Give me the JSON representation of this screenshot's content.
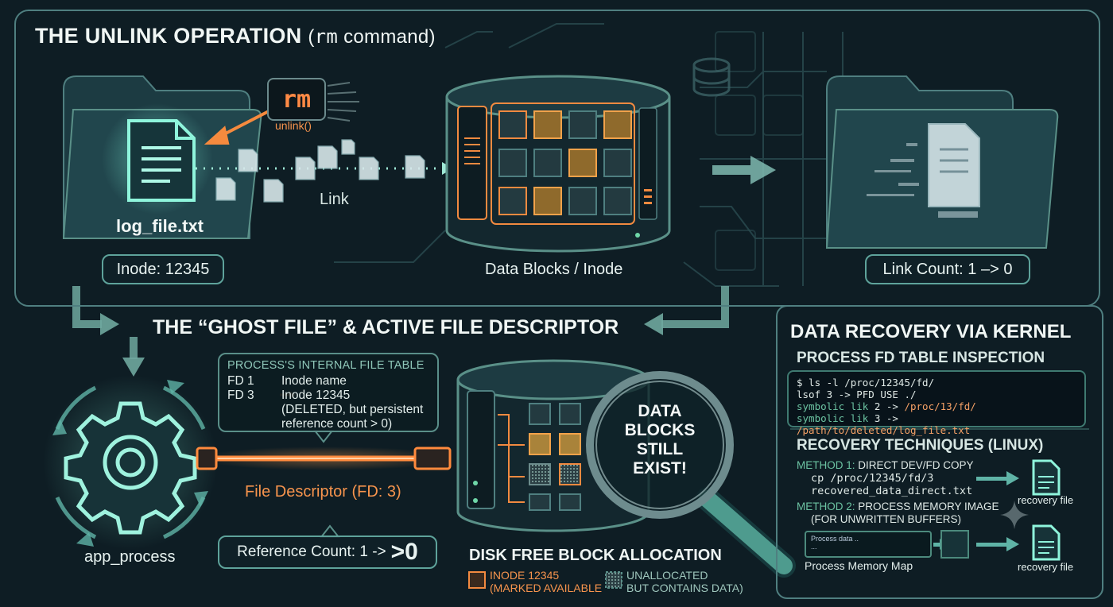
{
  "title": {
    "main": "THE UNLINK OPERATION",
    "cmd_open": "(",
    "cmd_mono": "rm",
    "cmd_text": " command)"
  },
  "top": {
    "file_name": "log_file.txt",
    "inode_label": "Inode: 12345",
    "rm_label": "rm",
    "unlink_label": "unlink()",
    "link_label": "Link",
    "data_blocks_label": "Data Blocks / Inode",
    "link_count_label": "Link Count: 1 –> 0"
  },
  "ghost": {
    "title": "THE “GHOST FILE” & ACTIVE FILE DESCRIPTOR",
    "table_header": "PROCESS'S INTERNAL FILE TABLE",
    "rows": [
      {
        "k": "FD 1",
        "v": "Inode name"
      },
      {
        "k": "FD 3",
        "v": "Inode 12345"
      },
      {
        "k": "",
        "v": "(DELETED, but persistent"
      },
      {
        "k": "",
        "v": "reference count > 0)"
      }
    ],
    "fd_label": "File Descriptor (FD: 3)",
    "process_label": "app_process",
    "ref_text": "Reference Count: 1 ->",
    "ref_big": ">0",
    "magnifier_text": [
      "DATA",
      "BLOCKS",
      "STILL",
      "EXIST!"
    ],
    "free_block_title": "DISK FREE BLOCK ALLOCATION",
    "legend_inode": [
      "INODE 12345",
      "(MARKED AVAILABLE"
    ],
    "legend_unalloc": [
      "UNALLOCATED",
      "BUT CONTAINS DATA)"
    ]
  },
  "recovery": {
    "title": "DATA RECOVERY VIA KERNEL",
    "fd_inspect_title": "PROCESS FD TABLE INSPECTION",
    "terminal": {
      "line1": "$ ls -l /proc/12345/fd/",
      "line2": "lsof         3 -> PFD USE ./",
      "line3a": "symbolic lik",
      "line3b": " 2 -> ",
      "line3c": "/proc/13/fd/",
      "line4a": "symbolic lik",
      "line4b": " 3 -> ",
      "line4c": "/path/to/deleted/log_file.txt"
    },
    "techniques_title": "RECOVERY TECHNIQUES (LINUX)",
    "method1_label": "METHOD 1:",
    "method1_text": " DIRECT DEV/FD COPY",
    "method1_cmd1": "cp /proc/12345/fd/3",
    "method1_cmd2": "recovered_data_direct.txt",
    "method2_label": "METHOD 2:",
    "method2_text": " PROCESS MEMORY IMAGE",
    "method2_text2": "(FOR UNWRITTEN BUFFERS)",
    "proc_box_line1": "Process data ..",
    "proc_box_line2": "...",
    "proc_map_label": "Process Memory Map",
    "recovery_file_1": "recovery file",
    "recovery_file_2": "recovery file"
  },
  "colors": {
    "teal": "#5ea39b",
    "orange": "#f7944d",
    "bg": "#0e1d24"
  }
}
